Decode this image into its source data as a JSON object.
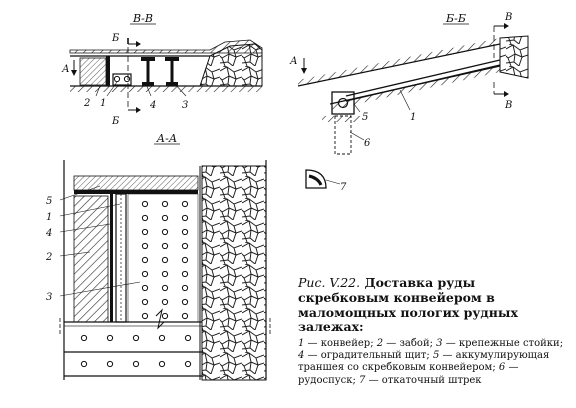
{
  "sections": {
    "top_left": "В-В",
    "top_right": "Б-Б",
    "plan": "А-А"
  },
  "markers": {
    "A": "А",
    "B": "Б",
    "V": "В"
  },
  "callouts": {
    "n1": "1",
    "n2": "2",
    "n3": "3",
    "n4": "4",
    "n5": "5",
    "n6": "6",
    "n7": "7"
  },
  "caption": {
    "fig_no": "Рис. V.22.",
    "title": "Доставка руды скребковым конвейером в маломощных пологих рудных залежах:",
    "legend": [
      {
        "num": "1",
        "text": " — конвейер; "
      },
      {
        "num": "2",
        "text": " — забой; "
      },
      {
        "num": "3",
        "text": " — крепежные стойки; "
      },
      {
        "num": "4",
        "text": " — оградительный щит; "
      },
      {
        "num": "5",
        "text": " — аккумулирующая траншея со скребковым конвейером; "
      },
      {
        "num": "6",
        "text": " — рудоспуск; "
      },
      {
        "num": "7",
        "text": " — откаточный штрек"
      }
    ]
  }
}
